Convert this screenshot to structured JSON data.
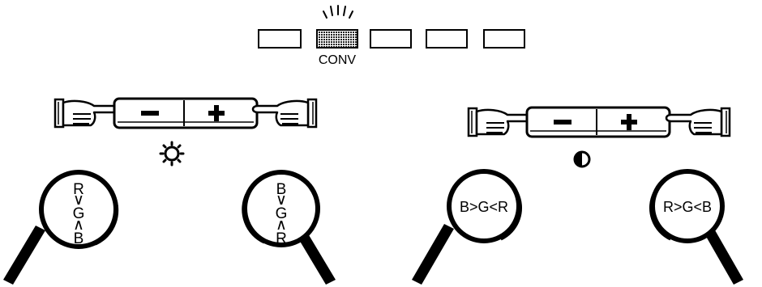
{
  "button_row": {
    "buttons": [
      {
        "name": "button-1",
        "active": false
      },
      {
        "name": "button-conv",
        "active": true,
        "label": "CONV"
      },
      {
        "name": "button-3",
        "active": false
      },
      {
        "name": "button-4",
        "active": false
      },
      {
        "name": "button-5",
        "active": false
      }
    ]
  },
  "controls": {
    "left": {
      "minus": "−",
      "plus": "+",
      "icon": "brightness-icon"
    },
    "right": {
      "minus": "−",
      "plus": "+",
      "icon": "contrast-icon"
    }
  },
  "magnifiers": [
    {
      "name": "magnifier-rgb-vertical",
      "orientation": "vertical",
      "lines": [
        "R",
        "∨",
        "G",
        "∧",
        "B"
      ]
    },
    {
      "name": "magnifier-bgr-vertical",
      "orientation": "vertical",
      "lines": [
        "B",
        "∨",
        "G",
        "∧",
        "R"
      ]
    },
    {
      "name": "magnifier-bgr-horizontal",
      "orientation": "horizontal",
      "text": "B>G<R"
    },
    {
      "name": "magnifier-rgb-horizontal",
      "orientation": "horizontal",
      "text": "R>G<B"
    }
  ]
}
